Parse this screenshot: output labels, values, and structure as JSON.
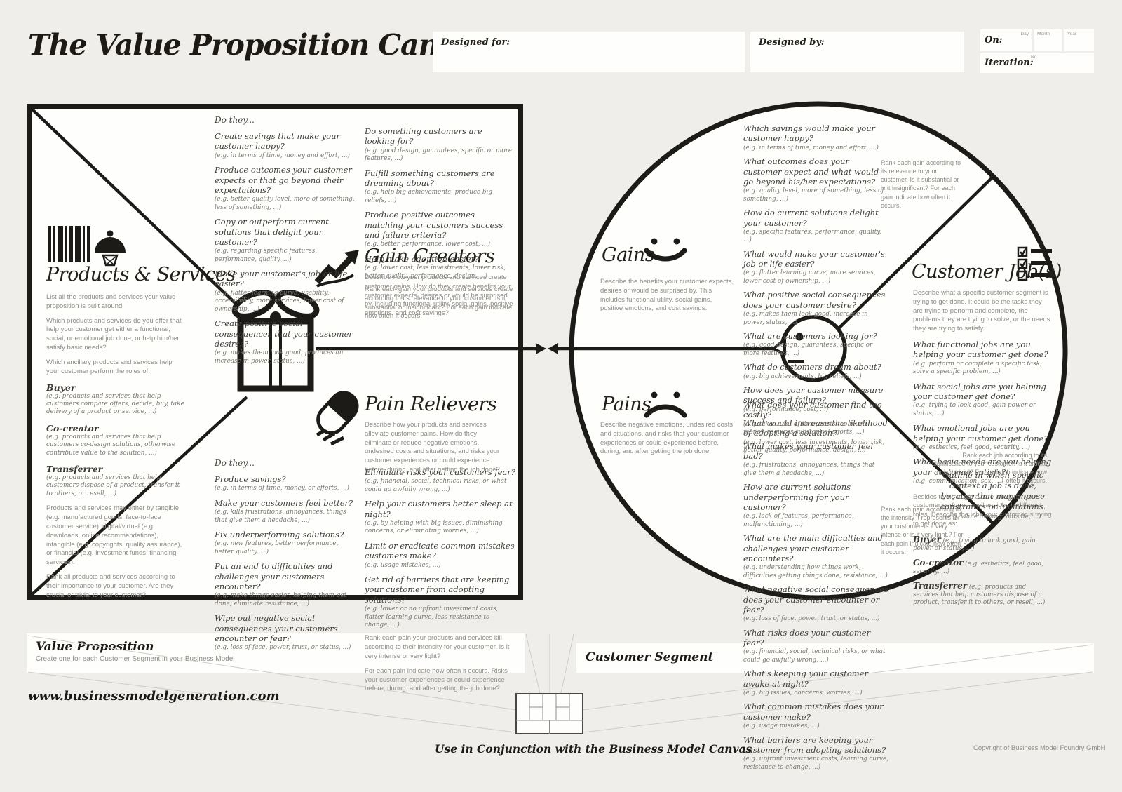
{
  "colors": {
    "background": "#efeeeb",
    "paper": "#ffffff",
    "ink": "#1d1b18",
    "muted_text": "#8f8c86",
    "question_text": "#403d37"
  },
  "icons": {
    "products_services": [
      "barcode-icon",
      "cloche-icon"
    ],
    "gain_creators": "growth-arrow-icon",
    "pain_relievers": "pill-icon",
    "gains": "smiley-icon",
    "pains": "frowny-icon",
    "customer_jobs": "checklist-icon",
    "square_center": "gift-icon",
    "circle_center": "profile-head-icon",
    "footer": "business-model-canvas-thumbnail"
  },
  "page": {
    "title": "The Value Proposition Canvas",
    "designed_for": "Designed for:",
    "designed_by": "Designed by:",
    "on": "On:",
    "day": "Day",
    "month": "Month",
    "year": "Year",
    "iteration": "Iteration:",
    "no": "No.",
    "website": "www.businessmodelgeneration.com",
    "footer_note": "Use in Conjunction with the Business Model Canvas",
    "copyright": "Copyright of Business Model Foundry GmbH"
  },
  "value_proposition": {
    "title": "Value Proposition",
    "subtitle": "Create one for each Customer Segment in your Business Model"
  },
  "customer_segment": {
    "title": "Customer Segment"
  },
  "products_services": {
    "title": "Products & Services",
    "intro": [
      "List all the products and services your value proposition is built around.",
      "Which products and services do you offer that help your customer get either a functional, social, or emotional job done, or help him/her satisfy basic needs?",
      "Which ancillary products and services help your customer perform the roles of:"
    ],
    "roles": [
      {
        "name": "Buyer",
        "eg": "(e.g. products and services that help customers compare offers, decide, buy, take delivery of a product or service, ...)"
      },
      {
        "name": "Co-creator",
        "eg": "(e.g. products and services that help customers co-design solutions, otherwise contribute value to the solution, ...)"
      },
      {
        "name": "Transferrer",
        "eg": "(e.g. products and services that help customers dispose of a product, transfer it to others, or resell, ...)"
      }
    ],
    "outro": [
      "Products and services may either by tangible (e.g. manufactured goods, face-to-face customer service), digital/virtual (e.g. downloads, online recommendations), intangible (e.g. copyrights, quality assurance), or financial (e.g. investment funds, financing services).",
      "Rank all products and services according to their importance to your customer. Are they crucial or trivial to your customer?"
    ]
  },
  "gain_creators": {
    "title": "Gain Creators",
    "description": "Describe how your products and services create customer gains. How do they create benefits your customer expects, desires or would be surprised by, including functional utility, social gains, positive emotions, and cost savings?",
    "intro": "Do they...",
    "left_questions": [
      {
        "q": "Create savings that make your customer happy?",
        "eg": "(e.g. in terms of time, money and effort, ...)"
      },
      {
        "q": "Produce outcomes your customer expects or that go beyond their expectations?",
        "eg": "(e.g. better quality level, more of something, less of something, ...)"
      },
      {
        "q": "Copy or outperform current solutions that delight your customer?",
        "eg": "(e.g. regarding specific features, performance, quality, ...)"
      },
      {
        "q": "Make your customer's job or life easier?",
        "eg": "(e.g. flatter learning curve, usability, accessibility, more services, lower cost of ownership, ...)"
      },
      {
        "q": "Create positive social consequences that your customer desires?",
        "eg": "(e.g. makes them look good, produces an increase in power, status, ...)"
      }
    ],
    "right_questions": [
      {
        "q": "Do something customers are looking for?",
        "eg": "(e.g. good design, guarantees, specific or more features, ...)"
      },
      {
        "q": "Fulfill something customers are dreaming about?",
        "eg": "(e.g. help big achievements, produce big reliefs, ...)"
      },
      {
        "q": "Produce positive outcomes matching your customers success and failure criteria?",
        "eg": "(e.g. better performance, lower cost, ...)"
      },
      {
        "q": "Help make adoption easier?",
        "eg": "(e.g. lower cost, less investments, lower risk, better quality, performance, design, ...)"
      }
    ],
    "rank_note": "Rank each gain your products and services create according to its relevance to your customer. Is it substantial or insignificant? For each gain indicate how often it occurs."
  },
  "pain_relievers": {
    "title": "Pain Relievers",
    "description": "Describe how your products and services alleviate customer pains. How do they eliminate or reduce negative emotions, undesired costs and situations, and risks your customer experiences or could experience before, during, and after getting the job done?",
    "intro": "Do they...",
    "left_questions": [
      {
        "q": "Produce savings?",
        "eg": "(e.g. in terms of time, money, or efforts, ...)"
      },
      {
        "q": "Make your customers feel better?",
        "eg": "(e.g. kills frustrations, annoyances, things that give them a headache, ...)"
      },
      {
        "q": "Fix underperforming solutions?",
        "eg": "(e.g. new features, better performance, better quality, ...)"
      },
      {
        "q": "Put an end to difficulties and challenges your customers encounter?",
        "eg": "(e.g. make things easier, helping them get done, eliminate resistance, ...)"
      },
      {
        "q": "Wipe out negative social consequences your customers encounter or fear?",
        "eg": "(e.g. loss of face, power, trust, or status, ...)"
      }
    ],
    "right_questions": [
      {
        "q": "Eliminate risks your customers fear?",
        "eg": "(e.g. financial, social, technical risks, or what could go awfully wrong, ...)"
      },
      {
        "q": "Help your customers better sleep at night?",
        "eg": "(e.g. by helping with big issues, diminishing concerns, or eliminating worries, ...)"
      },
      {
        "q": "Limit or eradicate common mistakes customers make?",
        "eg": "(e.g. usage mistakes, ...)"
      },
      {
        "q": "Get rid of barriers that are keeping your customer from adopting solutions?",
        "eg": "(e.g. lower or no upfront investment costs, flatter learning curve, less resistance to change, ...)"
      }
    ],
    "rank_notes": [
      "Rank each pain your products and services kill according to their intensity for your customer. Is it very intense or very light?",
      "For each pain indicate how often it occurs. Risks your customer experiences or could experience before, during, and after getting the job done?"
    ]
  },
  "gains": {
    "title": "Gains",
    "description": "Describe the benefits your customer expects, desires or would be surprised by. This includes functional utility, social gains, positive emotions, and cost savings.",
    "questions": [
      {
        "q": "Which savings would make your customer happy?",
        "eg": "(e.g. in terms of time, money and effort, ...)"
      },
      {
        "q": "What outcomes does your customer expect and what would go beyond his/her expectations?",
        "eg": "(e.g. quality level, more of something, less of something, ...)"
      },
      {
        "q": "How do current solutions delight your customer?",
        "eg": "(e.g. specific features, performance, quality, ...)"
      },
      {
        "q": "What would make your customer's job or life easier?",
        "eg": "(e.g. flatter learning curve, more services, lower cost of ownership, ...)"
      },
      {
        "q": "What positive social consequences does your customer desire?",
        "eg": "(e.g. makes them look good, increase in power, status, ...)"
      },
      {
        "q": "What are customers looking for?",
        "eg": "(e.g. good design, guarantees, specific or more features, ...)"
      },
      {
        "q": "What do customers dream about?",
        "eg": "(e.g. big achievements, big reliefs, ...)"
      },
      {
        "q": "How does your customer measure success and failure?",
        "eg": "(e.g. performance, cost, ...)"
      },
      {
        "q": "What would increase the likelihood of adopting a solution?",
        "eg": "(e.g. lower cost, less investments, lower risk, better quality, performance, design, ...)"
      }
    ],
    "rank_note": "Rank each gain according to its relevance to your customer. Is it substantial or is it insignificant? For each gain indicate how often it occurs."
  },
  "pains": {
    "title": "Pains",
    "description": "Describe negative emotions, undesired costs and situations, and risks that your customer experiences or could experience before, during, and after getting the job done.",
    "questions": [
      {
        "q": "What does your customer find too costly?",
        "eg": "(e.g. takes a lot of time, costs too much money, requires substantial efforts, ...)"
      },
      {
        "q": "What makes your customer feel bad?",
        "eg": "(e.g. frustrations, annoyances, things that give them a headache, ...)"
      },
      {
        "q": "How are current solutions underperforming for your customer?",
        "eg": "(e.g. lack of features, performance, malfunctioning, ...)"
      },
      {
        "q": "What are the main difficulties and challenges your customer encounters?",
        "eg": "(e.g. understanding how things work, difficulties getting things done, resistance, ...)"
      },
      {
        "q": "What negative social consequences does your customer encounter or fear?",
        "eg": "(e.g. loss of face, power, trust, or status, ...)"
      },
      {
        "q": "What risks does your customer fear?",
        "eg": "(e.g. financial, social, technical risks, or what could go awfully wrong, ...)"
      },
      {
        "q": "What's keeping your customer awake at night?",
        "eg": "(e.g. big issues, concerns, worries, ...)"
      },
      {
        "q": "What common mistakes does your customer make?",
        "eg": "(e.g. usage mistakes, ...)"
      },
      {
        "q": "What barriers are keeping your customer from adopting solutions?",
        "eg": "(e.g. upfront investment costs, learning curve, resistance to change, ...)"
      }
    ],
    "rank_note": "Rank each pain according to the intensity it represents for your customer. Is it very intense or is it very light.? For each pain indicate how often it occurs."
  },
  "customer_jobs": {
    "title": "Customer Job(s)",
    "description": "Describe what a specific customer segment is trying to get done. It could be the tasks they are trying to perform and complete, the problems they are trying to solve, or the needs they are trying to satisfy.",
    "questions": [
      {
        "q": "What functional jobs are you helping your customer get done?",
        "eg": "(e.g. perform or complete a specific task, solve a specific problem, ...)"
      },
      {
        "q": "What social jobs are you helping your customer get done?",
        "eg": "(e.g. trying to look good, gain power or status, ...)"
      },
      {
        "q": "What emotional jobs are you helping your customer get done?",
        "eg": "(e.g. esthetics, feel good, security, ...)"
      },
      {
        "q": "What basic needs are you helping your customer satisfy?",
        "eg": "(e.g. communication, sex, ...)"
      }
    ],
    "ancillary_intro": "Besides trying to get a core job done, your customer performs ancillary jobs in different roles. Describe the jobs your customer is trying to get done as:",
    "roles": [
      {
        "name": "Buyer",
        "eg": "(e.g. trying to look good, gain power or status, ...)"
      },
      {
        "name": "Co-creator",
        "eg": "(e.g. esthetics, feel good, security, ...)"
      },
      {
        "name": "Transferrer",
        "eg": "(e.g. products and services that help customers dispose of a product, transfer it to others, or resell, ...)"
      }
    ],
    "rank_note": "Rank each job according to its significance to your customer. Is it crucial or is it trivial? For each job indicate how often it occurs.",
    "context_note": "Outline in which specific context a job is done, because that may impose constraints or limitations.",
    "context_eg": "(e.g. while driving, outside, ...)"
  }
}
